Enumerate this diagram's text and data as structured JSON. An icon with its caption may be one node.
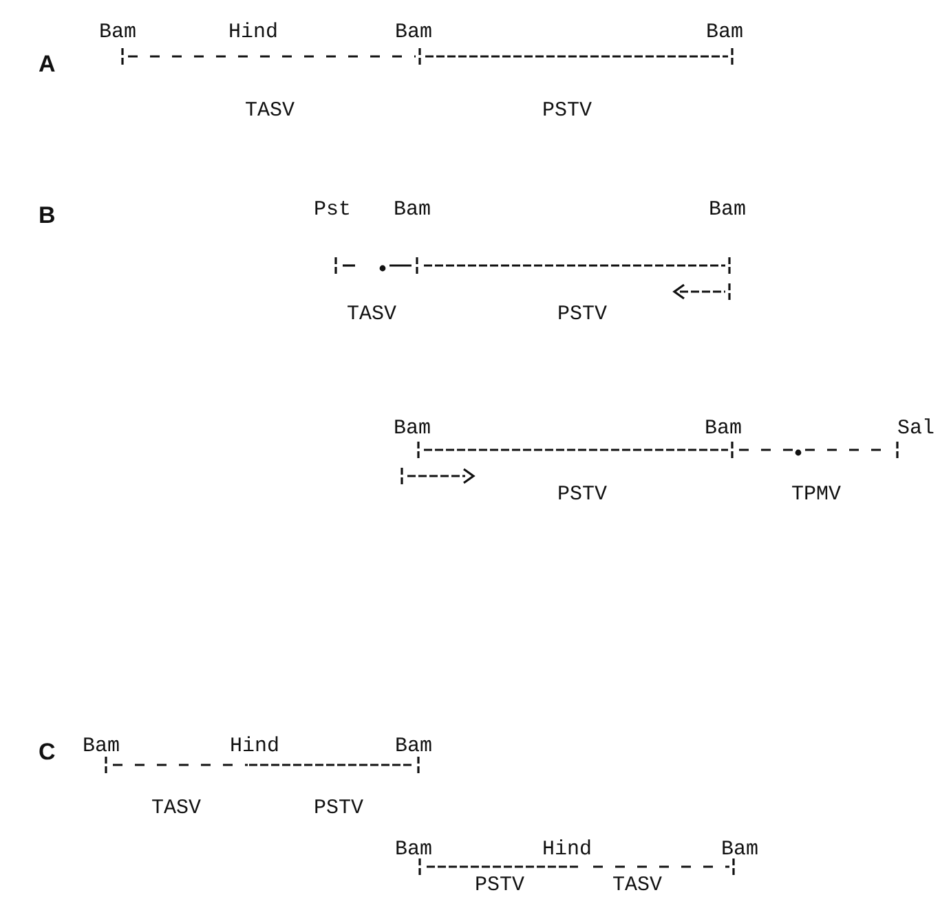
{
  "diagram": {
    "labels": [
      "A",
      "Bam",
      "Hind",
      "Bam",
      "Bam",
      "TASV",
      "PSTV",
      "B",
      "Pst",
      "Bam",
      "Bam",
      "TASV",
      "PSTV",
      "Bam",
      "Bam",
      "Sal",
      "PSTV",
      "TPMV",
      "C",
      "Bam",
      "Hind",
      "Bam",
      "TASV",
      "PSTV",
      "Bam",
      "Hind",
      "Bam",
      "PSTV",
      "TASV"
    ]
  }
}
